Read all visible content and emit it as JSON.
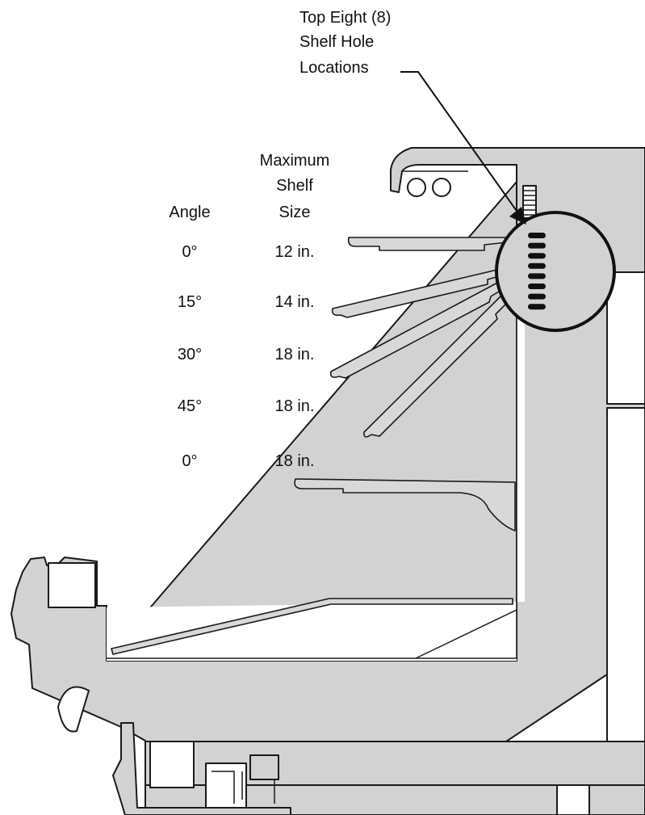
{
  "callout": {
    "line1": "Top Eight (8)",
    "line2": "Shelf Hole",
    "line3": "Locations"
  },
  "headers": {
    "angle": "Angle",
    "max_line1": "Maximum",
    "max_line2": "Shelf",
    "max_line3": "Size"
  },
  "rows": [
    {
      "angle": "0°",
      "size": "12 in."
    },
    {
      "angle": "15°",
      "size": "14 in."
    },
    {
      "angle": "30°",
      "size": "18 in."
    },
    {
      "angle": "45°",
      "size": "18 in."
    },
    {
      "angle": "0°",
      "size": "18 in."
    }
  ],
  "shelf_holes_count": 8,
  "colors": {
    "fixture_fill": "#d2d2d2",
    "outline": "#1a1a1a",
    "background": "#ffffff"
  }
}
